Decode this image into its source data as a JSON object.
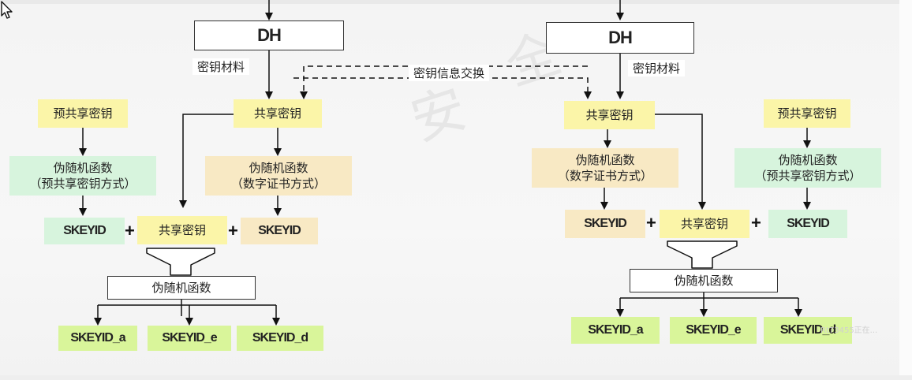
{
  "watermark": {
    "chars": [
      "安",
      "全"
    ]
  },
  "left": {
    "dh": "DH",
    "key_material": "密钥材料",
    "preshared_key": "预共享密钥",
    "prf_preshared": "伪随机函数\n（预共享密钥方式）",
    "shared_key_top": "共享密钥",
    "prf_cert": "伪随机函数\n（数字证书方式）",
    "skeyid_left": "SKEYID",
    "shared_key_mid": "共享密钥",
    "skeyid_right": "SKEYID",
    "prf_final": "伪随机函数",
    "skeyid_a": "SKEYID_a",
    "skeyid_e": "SKEYID_e",
    "skeyid_d": "SKEYID_d"
  },
  "center": {
    "exchange_label": "密钥信息交换"
  },
  "right": {
    "dh": "DH",
    "key_material": "密钥材料",
    "shared_key_top": "共享密钥",
    "preshared_key": "预共享密钥",
    "prf_cert": "伪随机函数\n（数字证书方式）",
    "prf_preshared": "伪随机函数\n（预共享密钥方式）",
    "skeyid_left": "SKEYID",
    "shared_key_mid": "共享密钥",
    "skeyid_right": "SKEYID",
    "prf_final": "伪随机函数",
    "skeyid_a": "SKEYID_a",
    "skeyid_e": "SKEYID_e",
    "skeyid_d": "SKEYID_d"
  },
  "plus_sign": "+",
  "corner_watermark": "Rt73455正在..."
}
